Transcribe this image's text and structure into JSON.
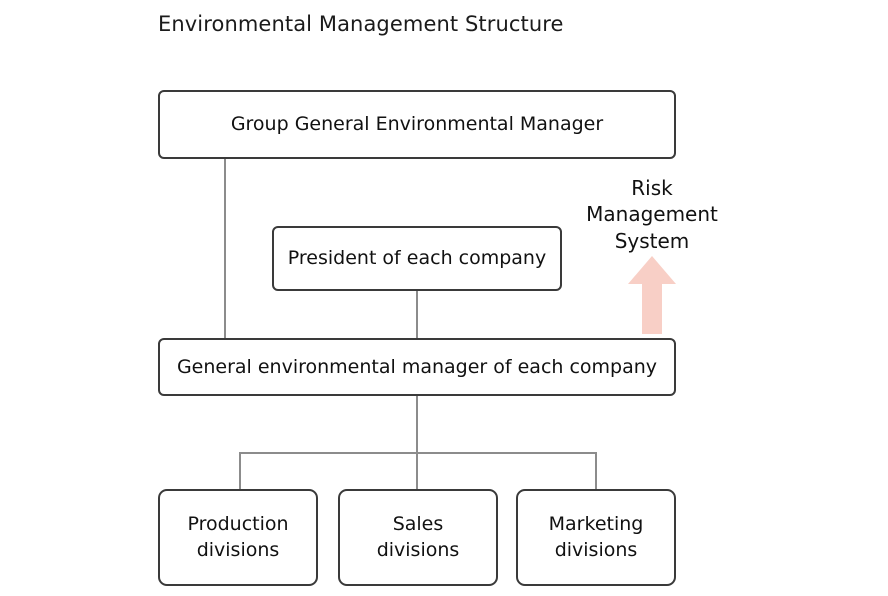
{
  "title": "Environmental Management Structure",
  "colors": {
    "background": "#ffffff",
    "box_border": "#3a3a3a",
    "connector": "#8c8c8c",
    "text": "#111111",
    "arrow_fill": "#F8CFC6"
  },
  "nodes": {
    "group_general_manager": "Group General Environmental Manager",
    "president": "President of each company",
    "general_environmental_manager": "General environmental manager of each company",
    "divisions": [
      {
        "line1": "Production",
        "line2": "divisions"
      },
      {
        "line1": "Sales",
        "line2": "divisions"
      },
      {
        "line1": "Marketing",
        "line2": "divisions"
      }
    ]
  },
  "annotation": {
    "risk_line1": "Risk",
    "risk_line2": "Management",
    "risk_line3": "System",
    "arrow_icon": "up-arrow-icon"
  }
}
